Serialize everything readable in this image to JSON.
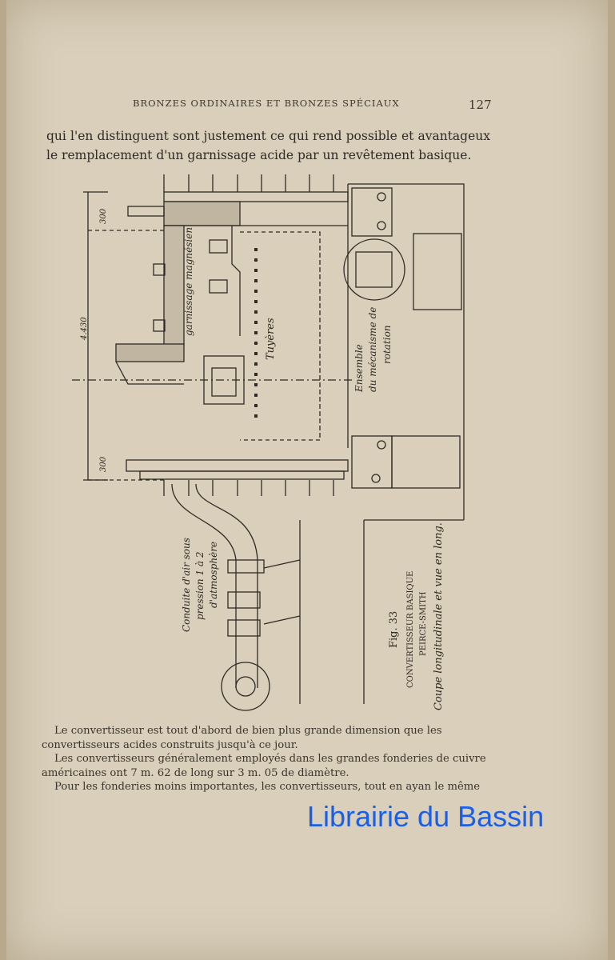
{
  "header": {
    "running_title": "BRONZES ORDINAIRES ET BRONZES SPÉCIAUX",
    "page_number": "127"
  },
  "intro_text": "qui l'en distinguent sont justement ce qui rend possible et avantageux le remplacement d'un garnissage acide par un revêtement basique.",
  "figure": {
    "labels": {
      "lining": "garnissage magnésien",
      "tuyeres": "Tuyères",
      "rotation_line1": "Ensemble",
      "rotation_line2": "du mécanisme de",
      "rotation_line3": "rotation",
      "air_line1": "Conduite d'air sous",
      "air_line2": "pression 1 à 2",
      "air_line3": "d'atmosphère",
      "dim_top": "300",
      "dim_height": "4.430",
      "dim_bottom": "300"
    },
    "caption": {
      "fig": "Fig. 33",
      "title1": "CONVERTISSEUR BASIQUE",
      "title2": "PEIRCE-SMITH",
      "subtitle": "Coupe longitudinale et vue en long."
    }
  },
  "body_text": [
    "Le convertisseur est tout d'abord de bien plus grande dimension que les convertisseurs acides construits jusqu'à ce jour.",
    "Les convertisseurs généralement employés dans les grandes fonderies de cuivre américaines ont 7 m. 62 de long sur 3 m. 05 de diamètre.",
    "Pour les fonderies moins importantes, les convertisseurs, tout en ayan le même"
  ],
  "watermark": "Librairie du Bassin",
  "colors": {
    "paper": "#d9cfba",
    "ink": "#2e2a25",
    "watermark": "#1a5fe8"
  }
}
